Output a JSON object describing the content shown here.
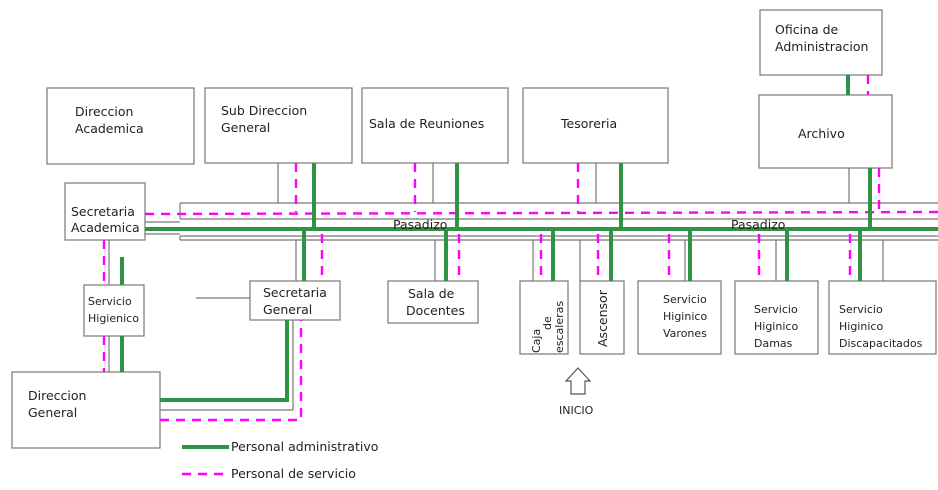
{
  "rooms": {
    "direccion_academica": [
      "Direccion",
      "Academica"
    ],
    "sub_direccion_general": [
      "Sub Direccion",
      "General"
    ],
    "sala_reuniones": [
      "Sala de Reuniones"
    ],
    "tesoreria": [
      "Tesoreria"
    ],
    "oficina_administracion": [
      "Oficina de",
      "Administracion"
    ],
    "archivo": [
      "Archivo"
    ],
    "secretaria_academica": [
      "Secretaria",
      "Academica"
    ],
    "servicio_higienico": [
      "Servicio",
      "Higienico"
    ],
    "direccion_general": [
      "Direccion",
      "General"
    ],
    "secretaria_general": [
      "Secretaria",
      "General"
    ],
    "sala_docentes": [
      "Sala de",
      "Docentes"
    ],
    "caja_escaleras": [
      "Caja",
      "de",
      "escaleras"
    ],
    "ascensor": [
      "Ascensor"
    ],
    "servicio_higienico_varones": [
      "Servicio",
      "Higinico",
      "Varones"
    ],
    "servicio_higienico_damas": [
      "Servicio",
      "Higinico",
      "Damas"
    ],
    "servicio_higienico_discapacitados": [
      "Servicio",
      "Higinico",
      "Discapacitados"
    ]
  },
  "corridor_labels": [
    "Pasadizo",
    "Pasadizo"
  ],
  "start_label": "INICIO",
  "legend": {
    "admin": "Personal administrativo",
    "service": "Personal de servicio"
  },
  "colors": {
    "admin_route": "#2e9443",
    "service_route": "#ff00ff",
    "walls": "#777777"
  }
}
